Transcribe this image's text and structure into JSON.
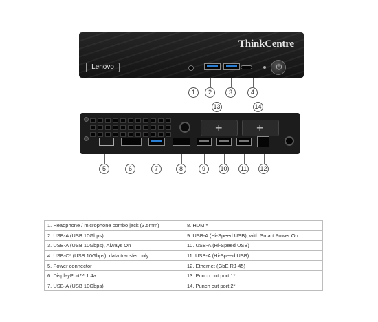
{
  "front": {
    "brand_text": "ThinkCentre",
    "logo_text": "Lenovo",
    "ports": [
      {
        "callout": "1",
        "icon": "headphone-mic-icon"
      },
      {
        "callout": "2",
        "icon": "usb-a-icon"
      },
      {
        "callout": "3",
        "icon": "usb-a-always-on-icon"
      },
      {
        "callout": "4",
        "icon": "usb-c-icon"
      }
    ],
    "power_icon": "⏻"
  },
  "back": {
    "callouts": [
      "5",
      "6",
      "7",
      "8",
      "9",
      "10",
      "11",
      "12",
      "13",
      "14"
    ]
  },
  "legend": {
    "rows": [
      {
        "left": "1.   Headphone / microphone combo jack (3.5mm)",
        "right": "8.   HDMI*"
      },
      {
        "left": "2.   USB-A (USB 10Gbps)",
        "right": "9.   USB-A (Hi-Speed USB), with Smart Power On"
      },
      {
        "left": "3.   USB-A (USB 10Gbps), Always On",
        "right": "10.  USB-A (Hi-Speed USB)"
      },
      {
        "left": "4.   USB-C* (USB 10Gbps), data transfer only",
        "right": "11.  USB-A (Hi-Speed USB)"
      },
      {
        "left": "5.   Power connector",
        "right": "12.  Ethernet (GbE RJ-45)"
      },
      {
        "left": "6.   DisplayPort™ 1.4a",
        "right": "13.  Punch out port 1*"
      },
      {
        "left": "7.   USB-A (USB 10Gbps)",
        "right": "14.  Punch out port 2*"
      }
    ]
  },
  "colors": {
    "chassis": "#1c1c1c",
    "usb_blue": "#2a7fd4",
    "border": "#bdbdbd"
  }
}
